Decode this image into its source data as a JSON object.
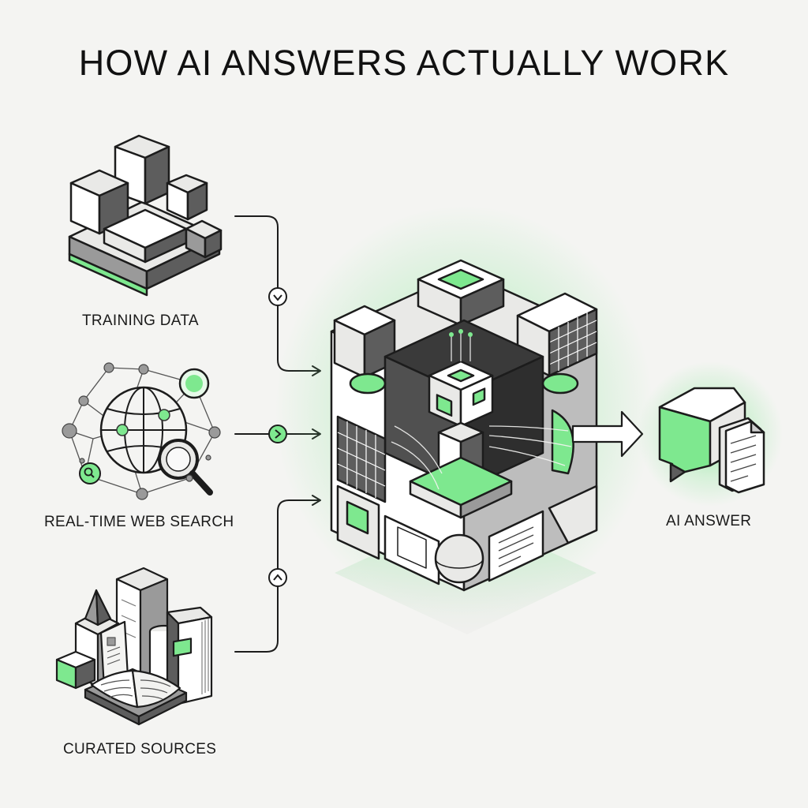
{
  "title": "HOW AI ANSWERS ACTUALLY WORK",
  "inputs": [
    {
      "label": "TRAINING DATA",
      "icon": "stacked-blocks-icon"
    },
    {
      "label": "REAL-TIME WEB SEARCH",
      "icon": "globe-network-icon"
    },
    {
      "label": "CURATED SOURCES",
      "icon": "books-and-buildings-icon"
    }
  ],
  "engine": {
    "icon": "ai-engine-cube-icon"
  },
  "output": {
    "label": "AI ANSWER",
    "icon": "answer-document-icon"
  },
  "colors": {
    "accent": "#7ee88f",
    "outline": "#1c1c1c",
    "dark_face": "#5d5d5d",
    "light_face": "#e9e9e7",
    "background": "#f4f4f2"
  }
}
